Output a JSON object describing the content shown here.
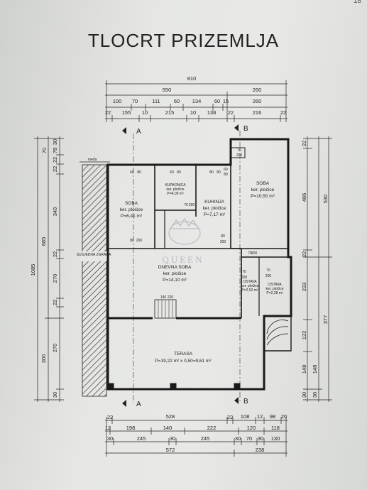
{
  "title": "TLOCRT PRIZEMLJA",
  "page_number": "18",
  "watermark": "QUEEN",
  "top_dims": {
    "row1": [
      "810"
    ],
    "row2": [
      "550",
      "260"
    ],
    "row3": [
      "100",
      "70",
      "111",
      "60",
      "134",
      "60",
      "15",
      "260"
    ],
    "row4": [
      "22",
      "155",
      "10",
      "215",
      "10",
      "138",
      "22",
      "216",
      "22"
    ]
  },
  "bottom_dims": {
    "row1": [
      "22",
      "528",
      "22",
      "108",
      "12",
      "98",
      "20"
    ],
    "row2": [
      "12",
      "198",
      "140",
      "222",
      "120",
      "118"
    ],
    "row3": [
      "30",
      "245",
      "30",
      "245",
      "30",
      "70",
      "30",
      "130"
    ],
    "row4": [
      "572",
      "238"
    ]
  },
  "left_dims": {
    "outer": "1085",
    "mid": [
      "685",
      "300"
    ],
    "inner": [
      "70",
      "30",
      "22",
      "78",
      "22",
      "349",
      "22",
      "270",
      "22",
      "270",
      "30"
    ]
  },
  "right_dims": {
    "outer": [
      "530",
      "377"
    ],
    "inner": [
      "22",
      "486",
      "22",
      "233",
      "122",
      "148",
      "148",
      "30",
      "30"
    ]
  },
  "section_labels": {
    "a_top": "A",
    "b_top": "B",
    "a_bottom": "A",
    "b_bottom": "B"
  },
  "neighbor": {
    "meda": "međa",
    "zgrada": "SUSJEDNA ZGRADA"
  },
  "rooms": {
    "soba_left": {
      "name": "SOBA",
      "finish": "ker. pločice",
      "area": "P=6,41 m²"
    },
    "kupaonica": {
      "name": "KUPAONICA",
      "finish": "ker. pločice",
      "area": "P=4,09 m²"
    },
    "kuhinja": {
      "name": "KUHINJA",
      "finish": "ker. pločice",
      "area": "P=7,17 m²"
    },
    "soba_right": {
      "name": "SOBA",
      "finish": "ker. pločice",
      "area": "P=10,50 m²"
    },
    "dnevna": {
      "name": "DNEVNA SOBA",
      "finish": "ker. pločice",
      "area": "P=14,10 m²"
    },
    "ostava1": {
      "name": "OSTAVA",
      "finish": "ker. pločice",
      "area": "P=2,52 m²"
    },
    "ostava2": {
      "name": "OSTAVA",
      "finish": "ker. pločice",
      "area": "P=2,28 m²"
    },
    "terasa": {
      "name": "TERASA",
      "area": "P=19,22 m² x 0,50=9,61 m²"
    }
  },
  "opening_labels": {
    "d1": "70",
    "d1b": "200",
    "d2": "60",
    "d2b": "80",
    "d3": "60",
    "d3b": "80",
    "d4": "80",
    "d4b": "80",
    "d5": "60",
    "d5b": "80",
    "d6": "70",
    "d6b": "200",
    "d7": "80",
    "d7b": "200",
    "d8": "80",
    "d8b": "200",
    "d9": "70",
    "d9b": "200",
    "d10": "140",
    "d10b": "220",
    "d11": "70",
    "d11b": "200",
    "d12": "70",
    "d12b": "200"
  },
  "colors": {
    "ink": "#222222",
    "paper": "#e6e7e4",
    "watermark": "#b9bcc0"
  }
}
